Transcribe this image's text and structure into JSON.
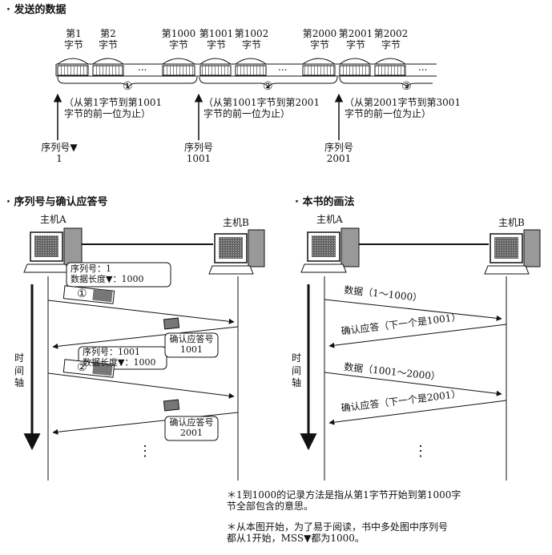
{
  "section_send": {
    "title": "· 发送的数据",
    "byte_labels": [
      {
        "top": "第1",
        "bottom": "字节"
      },
      {
        "top": "第2",
        "bottom": "字节"
      },
      {
        "top": "第1000",
        "bottom": "字节"
      },
      {
        "top": "第1001",
        "bottom": "字节"
      },
      {
        "top": "第1002",
        "bottom": "字节"
      },
      {
        "top": "第2000",
        "bottom": "字节"
      },
      {
        "top": "第2001",
        "bottom": "字节"
      },
      {
        "top": "第2002",
        "bottom": "字节"
      }
    ],
    "dots": "...",
    "segments": [
      {
        "num": "①",
        "line1": "（从第1字节到第1001",
        "line2": "字节的前一位为止）"
      },
      {
        "num": "②",
        "line1": "（从第1001字节到第2001",
        "line2": "字节的前一位为止）"
      },
      {
        "num": "③",
        "line1": "（从第2001字节到第3001",
        "line2": "字节的前一位为止）"
      }
    ],
    "seq_markers": [
      {
        "label": "序列号▼",
        "value": "1"
      },
      {
        "label": "序列号",
        "value": "1001"
      },
      {
        "label": "序列号",
        "value": "2001"
      }
    ]
  },
  "section_seq_ack": {
    "title": "· 序列号与确认应答号",
    "host_a": "主机A",
    "host_b": "主机B",
    "time_axis": [
      "时",
      "间",
      "轴"
    ],
    "box1": {
      "line1": "序列号：1",
      "line2": "数据长度▼：1000"
    },
    "box2": {
      "line1": "序列号：1001",
      "line2": "数据长度▼：1000"
    },
    "ack1": {
      "line1": "确认应答号",
      "line2": "1001"
    },
    "ack2": {
      "line1": "确认应答号",
      "line2": "2001"
    },
    "packet_nums": [
      "①",
      "②"
    ],
    "more": "⋮"
  },
  "section_book": {
    "title": "· 本书的画法",
    "host_a": "主机A",
    "host_b": "主机B",
    "time_axis": [
      "时",
      "间",
      "轴"
    ],
    "arrows": [
      "数据（1～1000）",
      "确认应答（下一个是1001）",
      "数据（1001～2000）",
      "确认应答（下一个是2001）"
    ],
    "more": "⋮"
  },
  "notes": [
    {
      "line1": "＊1到1000的记录方法是指从第1字节开始到第1000字",
      "line2": "节全部包含的意思。"
    },
    {
      "line1": "＊从本图开始，为了易于阅读，书中多处图中序列号",
      "line2": "都从1开始，MSS▼都为1000。"
    }
  ]
}
